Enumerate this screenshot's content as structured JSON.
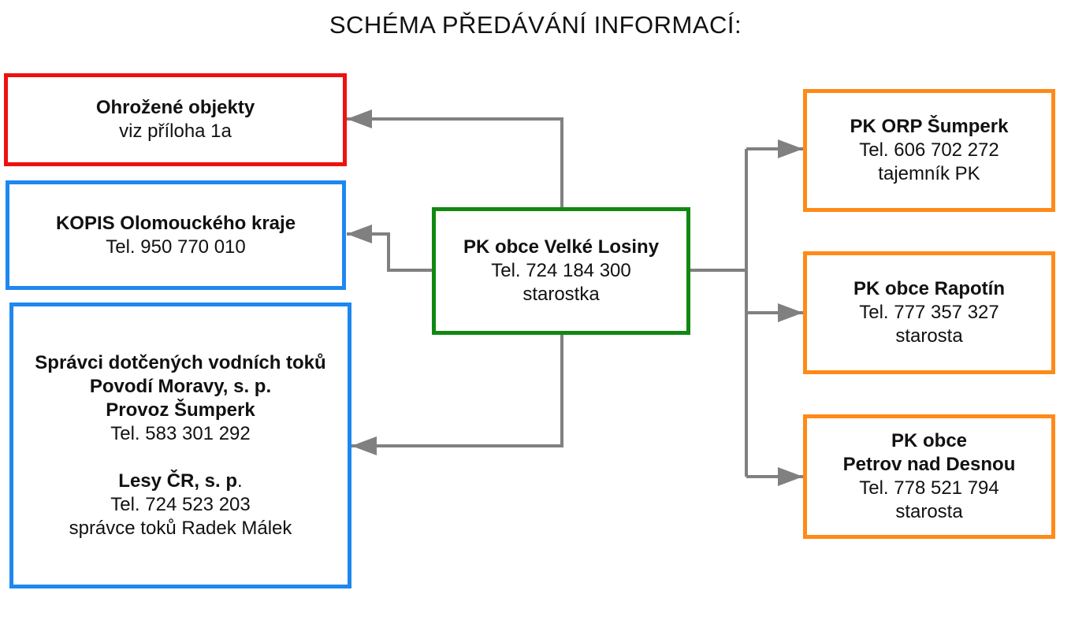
{
  "title": "SCHÉMA PŘEDÁVÁNÍ INFORMACÍ:",
  "colors": {
    "red": "#ee1111",
    "blue": "#1e87f0",
    "green": "#118811",
    "orange": "#ff8a18",
    "connector": "#808080"
  },
  "center": {
    "name": "PK obce Velké Losiny",
    "phone": "Tel. 724 184 300",
    "role": "starostka"
  },
  "left": {
    "threatened": {
      "name": "Ohrožené objekty",
      "note": "viz příloha 1a"
    },
    "kopis": {
      "name": "KOPIS Olomouckého kraje",
      "phone": "Tel. 950 770 010"
    },
    "water": {
      "line1": "Správci dotčených vodních toků",
      "line2": "Povodí Moravy, s. p.",
      "line3": "Provoz Šumperk",
      "phone1": "Tel. 583 301 292",
      "forest_name": "Lesy ČR, s. p",
      "forest_dot": ".",
      "phone2": "Tel. 724 523 203",
      "manager": "správce toků Radek Málek"
    }
  },
  "right": {
    "orp": {
      "name": "PK ORP Šumperk",
      "phone": "Tel. 606 702 272",
      "role": "tajemník PK"
    },
    "rapotin": {
      "name": "PK obce Rapotín",
      "phone": "Tel. 777 357 327",
      "role": "starosta"
    },
    "petrov": {
      "line1": "PK obce",
      "line2": "Petrov nad Desnou",
      "phone": "Tel. 778 521 794",
      "role": "starosta"
    }
  }
}
